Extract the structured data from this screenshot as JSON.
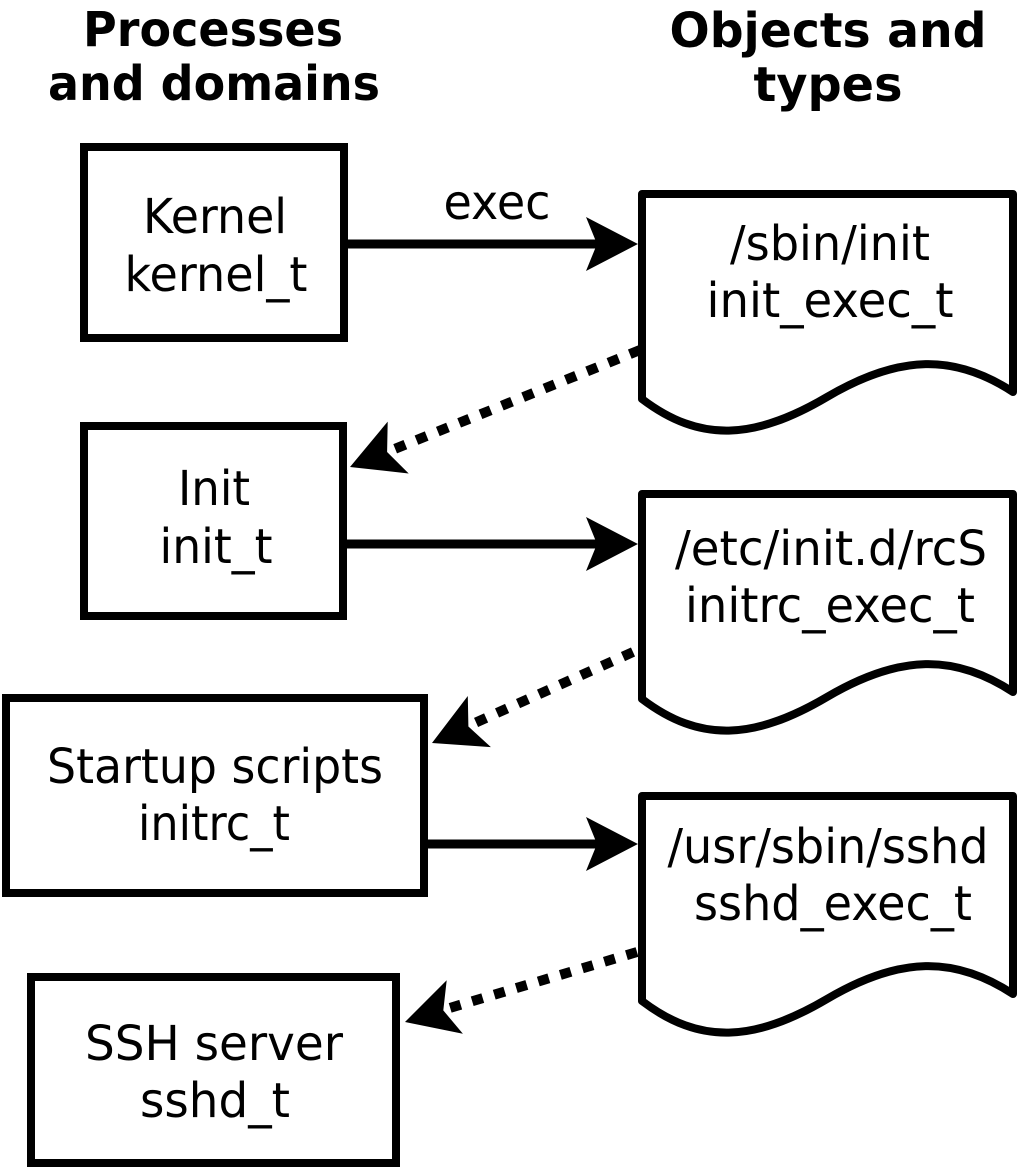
{
  "headers": {
    "left": {
      "line1": "Processes",
      "line2": "and domains"
    },
    "right": {
      "line1": "Objects and",
      "line2": "types"
    }
  },
  "process_nodes": [
    {
      "line1": "Kernel",
      "line2": "kernel_t"
    },
    {
      "line1": "Init",
      "line2": "init_t"
    },
    {
      "line1": "Startup scripts",
      "line2": "initrc_t"
    },
    {
      "line1": "SSH server",
      "line2": "sshd_t"
    }
  ],
  "object_nodes": [
    {
      "line1": "/sbin/init",
      "line2": "init_exec_t"
    },
    {
      "line1": "/etc/init.d/rcS",
      "line2": "initrc_exec_t"
    },
    {
      "line1": "/usr/sbin/sshd",
      "line2": "sshd_exec_t"
    }
  ],
  "edges": [
    {
      "from": "kernel_t",
      "to": "init_exec_t",
      "style": "solid",
      "label": "exec"
    },
    {
      "from": "init_exec_t",
      "to": "init_t",
      "style": "dotted",
      "label": ""
    },
    {
      "from": "init_t",
      "to": "initrc_exec_t",
      "style": "solid",
      "label": ""
    },
    {
      "from": "initrc_exec_t",
      "to": "initrc_t",
      "style": "dotted",
      "label": ""
    },
    {
      "from": "initrc_t",
      "to": "sshd_exec_t",
      "style": "solid",
      "label": ""
    },
    {
      "from": "sshd_exec_t",
      "to": "sshd_t",
      "style": "dotted",
      "label": ""
    }
  ],
  "colors": {
    "ink": "#000000",
    "paper": "#ffffff"
  }
}
